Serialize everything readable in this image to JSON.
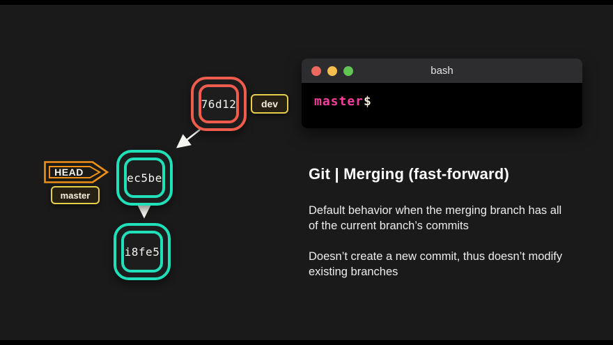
{
  "colors": {
    "background": "#1a1a1a",
    "salmon": "#ee5c4d",
    "teal": "#20e0ba",
    "yellow": "#e8cf4a",
    "orange": "#ef9018",
    "pink": "#f43f9d",
    "traffic_red": "#ed6a5e",
    "traffic_yellow": "#f4bf4f",
    "traffic_green": "#61c554"
  },
  "diagram": {
    "commits": [
      {
        "id": "76d12",
        "color": "#ee5c4d"
      },
      {
        "id": "ec5be",
        "color": "#20e0ba"
      },
      {
        "id": "i8fe5",
        "color": "#20e0ba"
      }
    ],
    "dev_label": "dev",
    "head_label": "HEAD",
    "master_label": "master"
  },
  "terminal": {
    "title": "bash",
    "prompt_branch": "master",
    "prompt_symbol": "$"
  },
  "content": {
    "title": "Git | Merging (fast-forward)",
    "paragraphs": [
      {
        "lines": [
          "Default behavior when the merging branch has all",
          "of the current branch’s commits"
        ]
      },
      {
        "lines": [
          "Doesn’t create a new commit, thus doesn’t modify",
          "existing branches"
        ]
      }
    ]
  }
}
